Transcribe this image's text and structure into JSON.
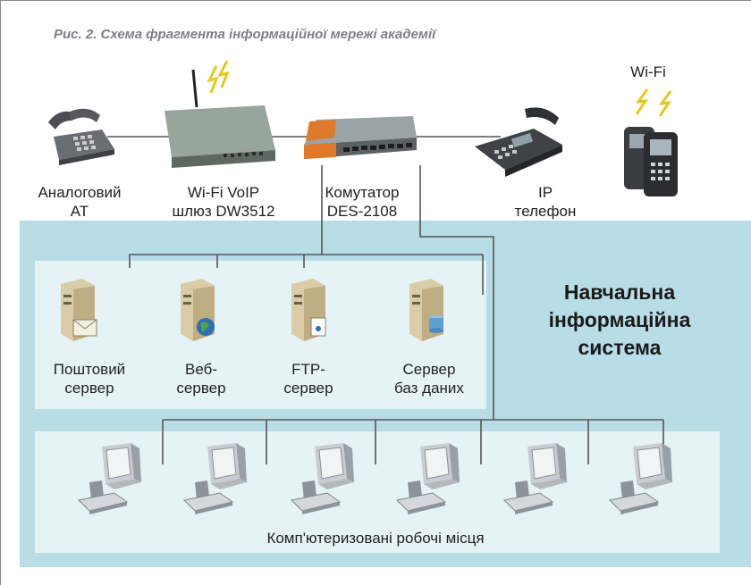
{
  "caption": "Рис. 2. Схема фрагмента інформаційної мережі академії",
  "devices": {
    "analog_phone": [
      "Аналоговий",
      "АТ"
    ],
    "gateway": [
      "Wi-Fi VoIP",
      "шлюз DW3512"
    ],
    "switch": [
      "Комутатор",
      "DES-2108"
    ],
    "ip_phone": [
      "IP",
      "телефон"
    ],
    "wifi": "Wi-Fi"
  },
  "system_title": [
    "Навчальна",
    "інформаційна",
    "система"
  ],
  "servers": [
    {
      "line1": "Поштовий",
      "line2": "сервер"
    },
    {
      "line1": "Веб-",
      "line2": "сервер"
    },
    {
      "line1": "FTP-",
      "line2": "сервер"
    },
    {
      "line1": "Сервер",
      "line2": "баз даних"
    }
  ],
  "workstations_label": "Комп'ютеризовані робочі місця",
  "colors": {
    "zone_outer": "#b8dde7",
    "zone_inner": "#e6f3f6",
    "lines": "#555555",
    "caption": "#7c7f86",
    "switch_accent": "#e07a2a"
  }
}
